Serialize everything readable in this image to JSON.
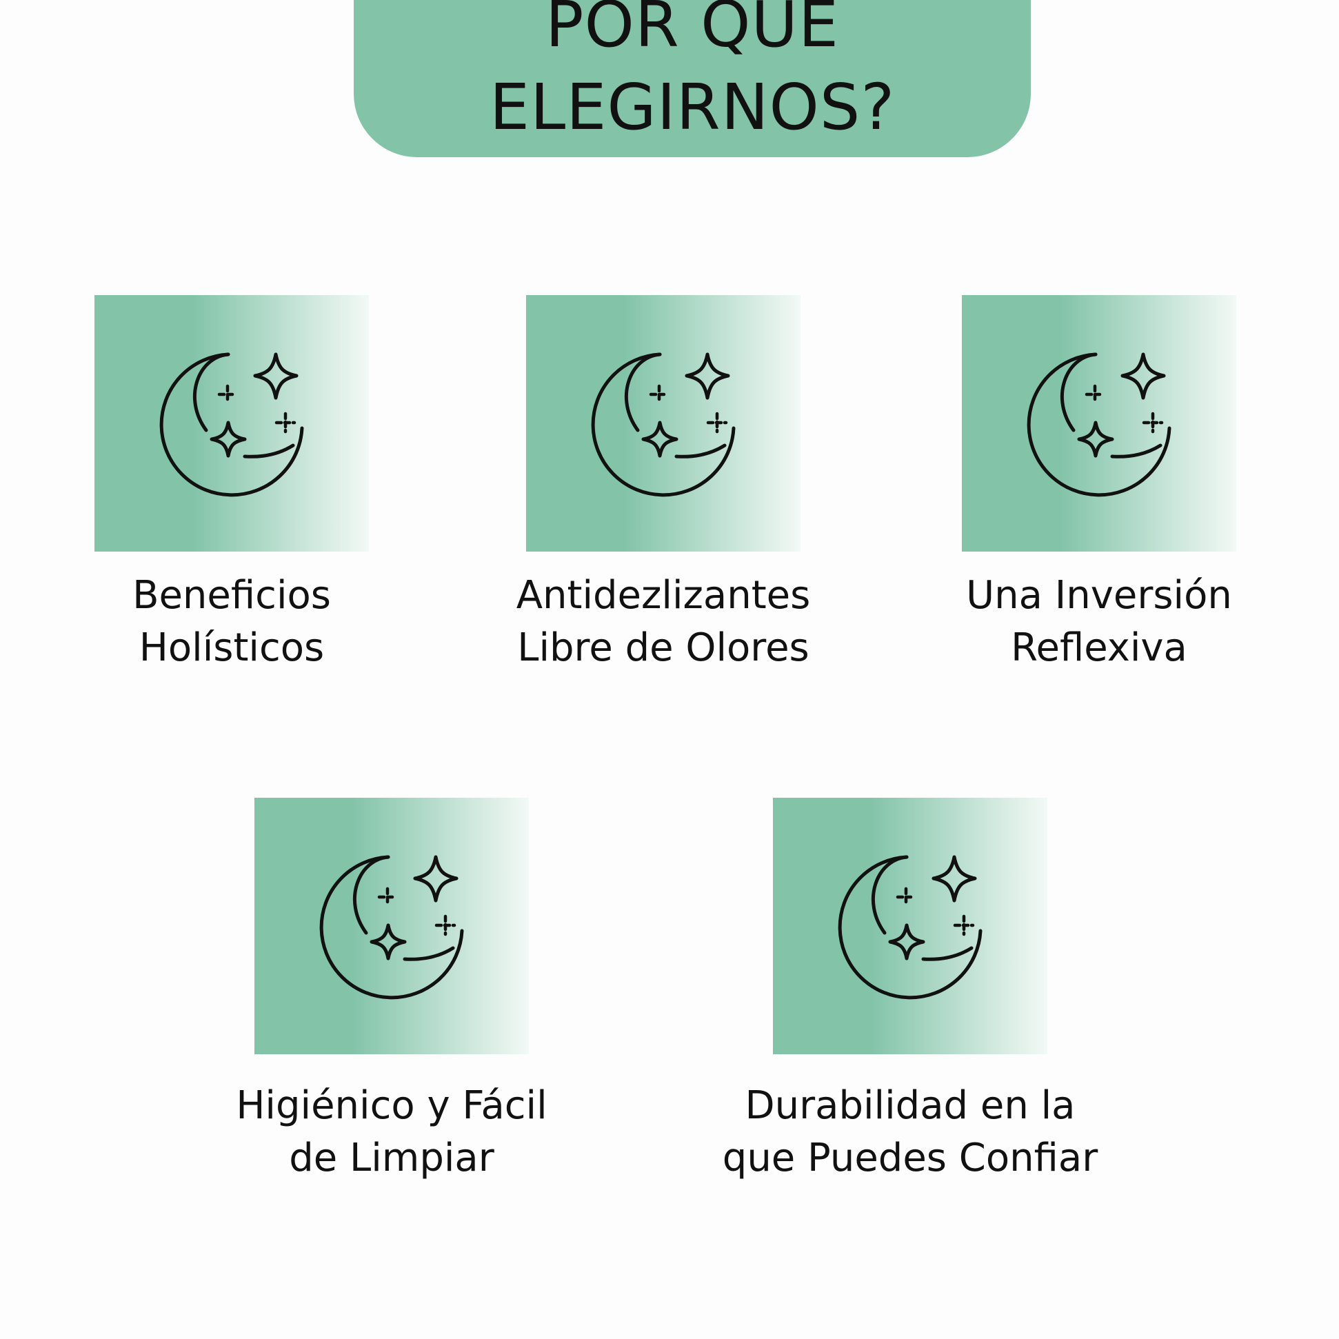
{
  "header": {
    "title_line1": "POR QUE",
    "title_line2": "ELEGIRNOS?"
  },
  "colors": {
    "accent": "#83c4a9",
    "gradient_end": "#f3f9f6",
    "text": "#111111",
    "background": "#fdfdfd"
  },
  "features": [
    {
      "icon": "moon-stars-icon",
      "line1": "Beneficios",
      "line2": "Holísticos"
    },
    {
      "icon": "moon-stars-icon",
      "line1": "Antidezlizantes",
      "line2": "Libre de Olores"
    },
    {
      "icon": "moon-stars-icon",
      "line1": "Una Inversión",
      "line2": "Reflexiva"
    },
    {
      "icon": "moon-stars-icon",
      "line1": "Higiénico y Fácil",
      "line2": "de Limpiar"
    },
    {
      "icon": "moon-stars-icon",
      "line1": "Durabilidad en la",
      "line2": "que Puedes Confiar"
    }
  ]
}
